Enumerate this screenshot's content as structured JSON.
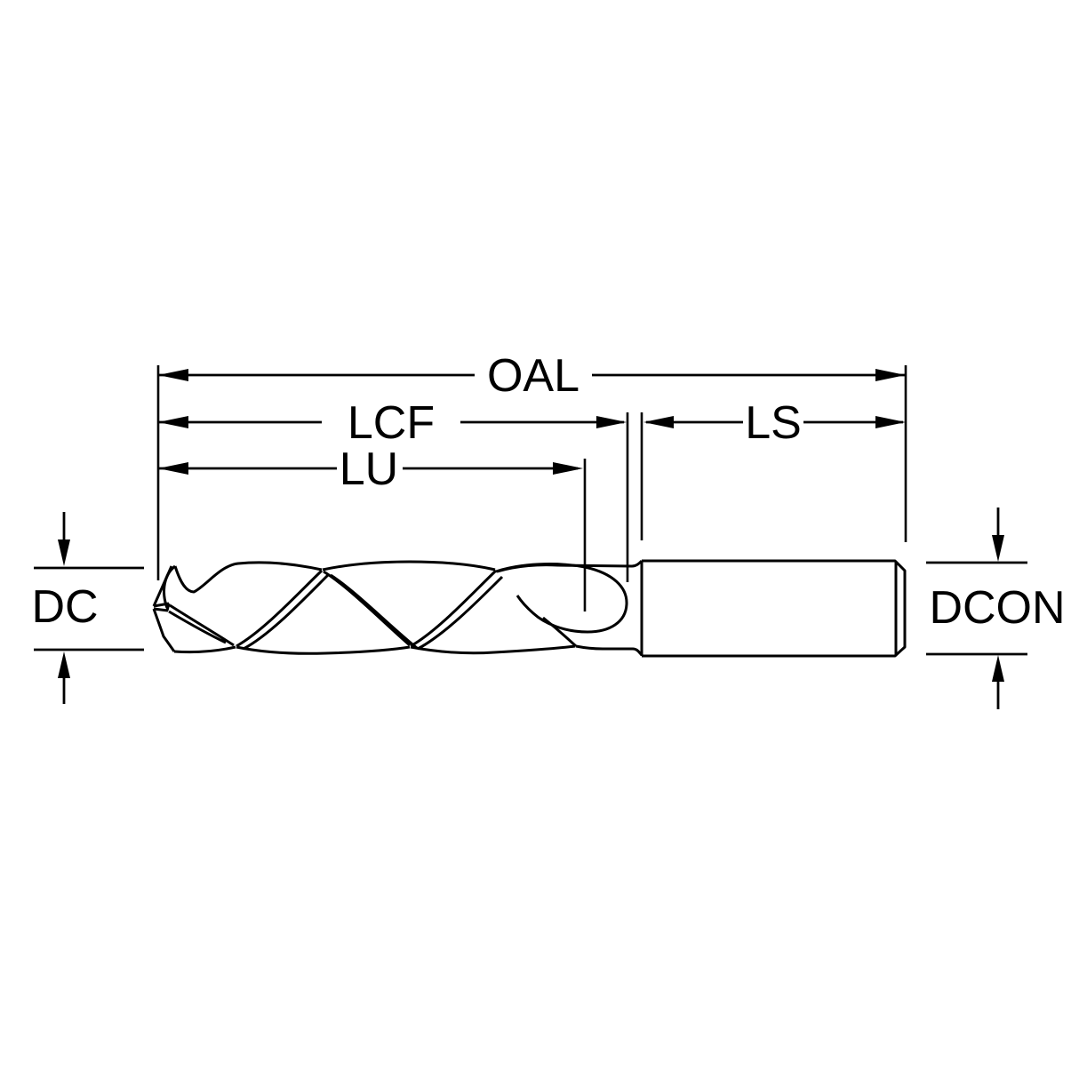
{
  "diagram": {
    "description": "Technical line drawing of a twist drill with dimension callouts",
    "background_color": "#ffffff",
    "line_color": "#000000",
    "labels": {
      "oal": "OAL",
      "lcf": "LCF",
      "lu": "LU",
      "ls": "LS",
      "dc": "DC",
      "dcon": "DCON"
    }
  }
}
